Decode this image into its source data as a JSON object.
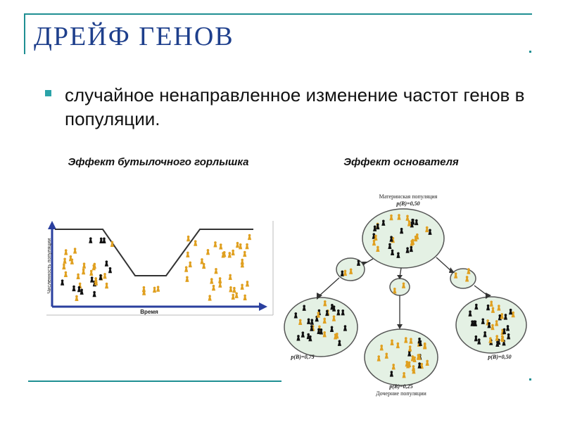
{
  "slide": {
    "title": "ДРЕЙФ ГЕНОВ",
    "bullet": "случайное ненаправленное изменение частот генов в популяции."
  },
  "bottleneck": {
    "caption": "Эффект бутылочного горлышка",
    "y_axis_label": "Численность популяции",
    "x_axis_label": "Время"
  },
  "founder": {
    "caption": "Эффект  основателя",
    "parent_label": "Материнская популяция",
    "parent_freq": "p(B)=0,50",
    "child_left_freq": "p(B)=0,75",
    "child_center_freq": "p(B)=0,25",
    "child_right_freq": "p(B)=0,50",
    "children_label": "Дочерние популяции"
  },
  "colors": {
    "title": "#1e3f8c",
    "accent": "#1f8f93",
    "axis": "#2a3f9e",
    "orange_piece": "#e0a020",
    "black_piece": "#111111",
    "circle_fill": "#e4f1e4"
  },
  "icons": {
    "piece": "chess-pawn-icon"
  }
}
